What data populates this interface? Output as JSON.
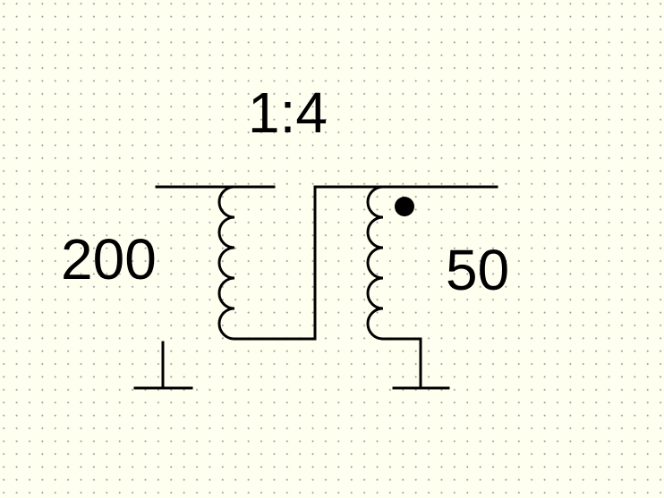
{
  "diagram": {
    "ratio_label": "1:4",
    "primary_label": "200",
    "secondary_label": "50",
    "colors": {
      "background": "#fffff0",
      "ink": "#000000",
      "grid_dot": "#9a9a9a"
    },
    "icons": [
      "inductor-coil-icon",
      "ground-icon",
      "polarity-dot-icon"
    ]
  }
}
